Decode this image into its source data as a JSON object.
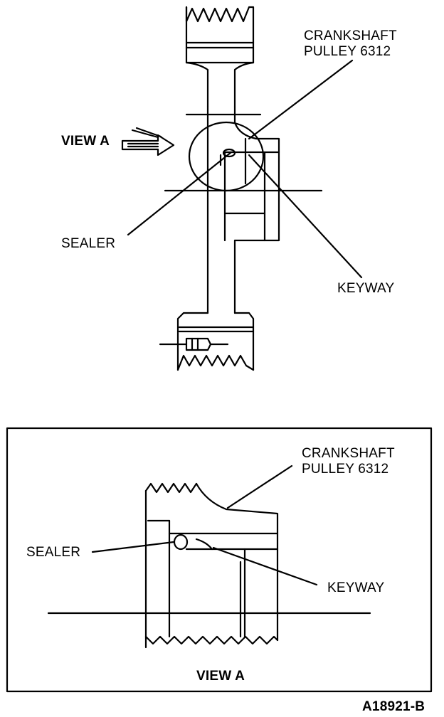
{
  "top_view": {
    "pulley_label_line1": "CRANKSHAFT",
    "pulley_label_line2": "PULLEY 6312",
    "view_a_label": "VIEW A",
    "sealer_label": "SEALER",
    "keyway_label": "KEYWAY"
  },
  "detail_view": {
    "pulley_label_line1": "CRANKSHAFT",
    "pulley_label_line2": "PULLEY 6312",
    "sealer_label": "SEALER",
    "keyway_label": "KEYWAY",
    "caption": "VIEW A"
  },
  "figure_id": "A18921-B",
  "colors": {
    "ink": "#000000",
    "paper": "#ffffff"
  }
}
